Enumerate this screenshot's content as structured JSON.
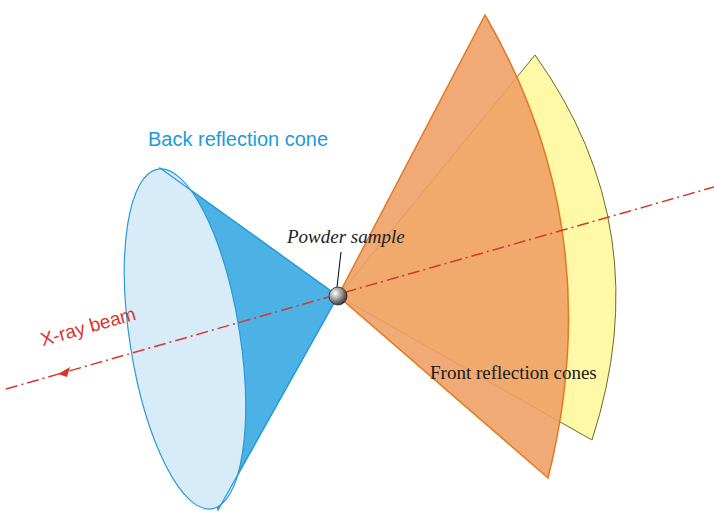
{
  "diagram": {
    "labels": [
      "Back reflection cone",
      "Powder sample",
      "X-ray beam",
      "Front reflection cones"
    ]
  }
}
